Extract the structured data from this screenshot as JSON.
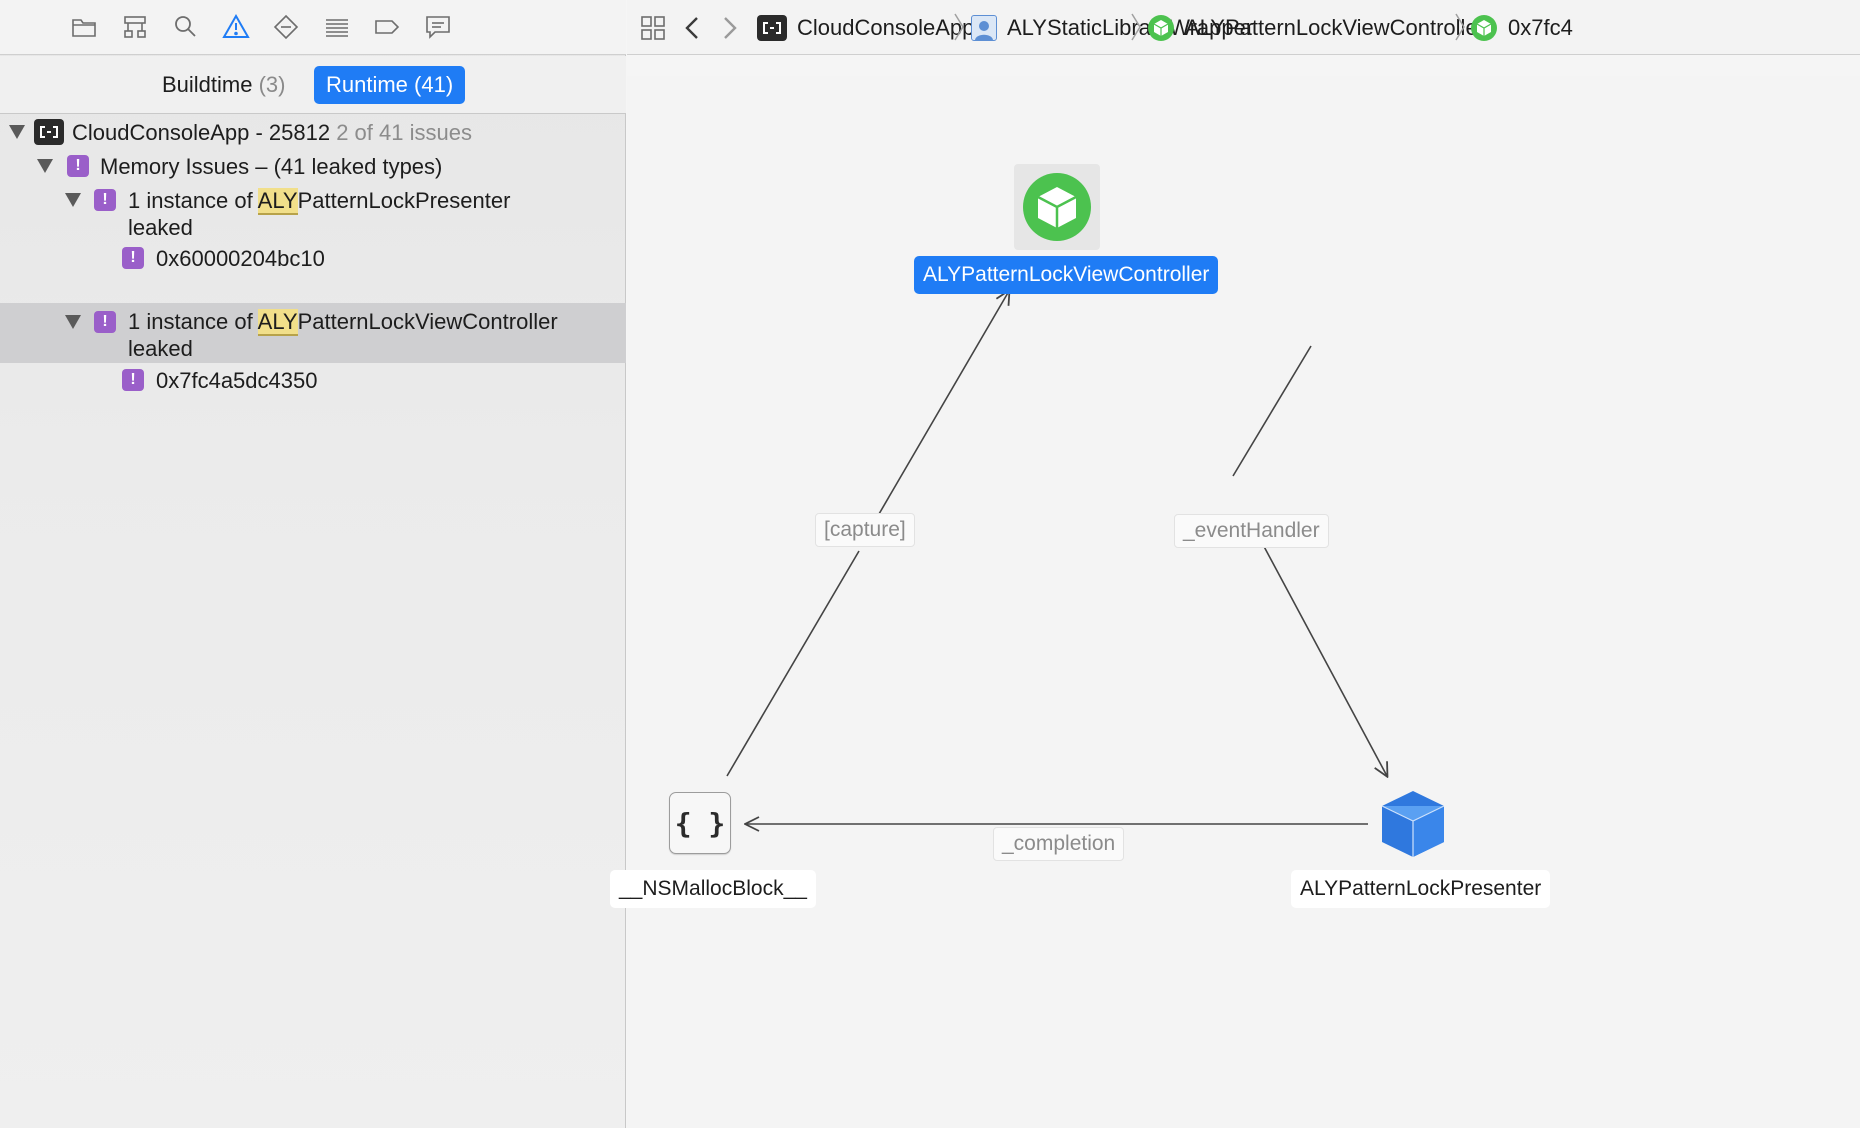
{
  "navigator_toolbar": {
    "icons": [
      "folder-icon",
      "hierarchy-icon",
      "search-icon",
      "warning-icon",
      "breakpoint-icon",
      "list-icon",
      "tag-icon",
      "message-icon"
    ],
    "active": "warning-icon",
    "accent": "#1f7cf5"
  },
  "scope": {
    "buildtime_label": "Buildtime",
    "buildtime_count": "(3)",
    "runtime_label": "Runtime",
    "runtime_count": "(41)"
  },
  "tree": {
    "app_name": "CloudConsoleApp - 25812",
    "app_issue_summary": "2 of 41 issues",
    "category": "Memory Issues – (41 leaked types)",
    "items": [
      {
        "prefix": "1 instance of ",
        "highlight": "ALY",
        "rest": "PatternLockPresenter",
        "line2": "leaked",
        "address": "0x60000204bc10"
      },
      {
        "prefix": "1 instance of ",
        "highlight": "ALY",
        "rest": "PatternLockViewController",
        "line2": "leaked",
        "address": "0x7fc4a5dc4350"
      }
    ],
    "badge_glyph": "!",
    "badge_color": "#9a5fc9"
  },
  "jump_bar": {
    "crumbs": [
      {
        "label": "CloudConsoleApp",
        "icon": "app-icon"
      },
      {
        "label": "ALYStaticLibraryWrapper",
        "icon": "library-icon"
      },
      {
        "label": "ALYPatternLockViewController",
        "icon": "class-cube-icon"
      },
      {
        "label": "0x7fc4",
        "icon": "class-cube-icon"
      }
    ]
  },
  "graph": {
    "nodes": {
      "view_controller": "ALYPatternLockViewController",
      "presenter": "ALYPatternLockPresenter",
      "block": "__NSMallocBlock__",
      "block_glyph": "{ }"
    },
    "edges": {
      "vc_to_presenter": "_eventHandler",
      "presenter_to_block": "_completion",
      "block_to_vc": "[capture]"
    }
  }
}
